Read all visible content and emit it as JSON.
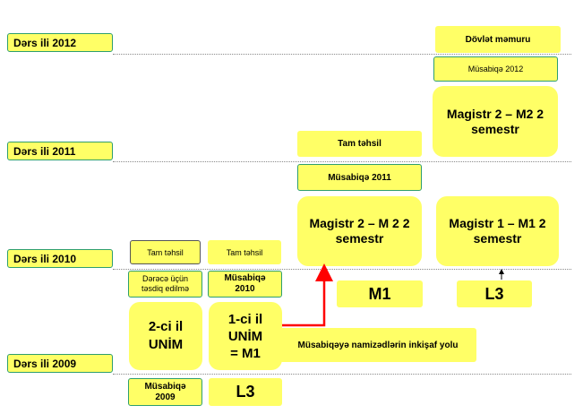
{
  "years": {
    "y2012": "Dərs ili 2012",
    "y2011": "Dərs ili 2011",
    "y2010": "Dərs ili  2010",
    "y2009": "Dərs ili  2009"
  },
  "col1": {
    "full_study": "Tam təhsil",
    "degree_confirm": "Dərəcə üçün təsdiq edilmə",
    "second_year": "2-ci il UNİM",
    "competition_2009": "Müsabiqə 2009"
  },
  "col2": {
    "full_study": "Tam təhsil",
    "competition_2010": "Müsabiqə 2010",
    "first_year": "1-ci il UNİM = M1",
    "l3": "L3"
  },
  "col3": {
    "full_study": "Tam təhsil",
    "competition_2011": "Müsabiqə 2011",
    "magistr": "Magistr 2 – M 2 2 semestr",
    "m1": "M1"
  },
  "col4": {
    "civil_servant": "Dövlət məmuru",
    "competition_2012": "Müsabiqə 2012",
    "magistr_m2": "Magistr 2 – M2 2 semestr",
    "magistr_m1": "Magistr 1 – M1 2 semestr",
    "l3": "L3"
  },
  "path_label": "Müsabiqəyə namizədlərin inkişaf yolu",
  "colors": {
    "box_fill": "#ffff66",
    "border_green": "#2e9e6e",
    "arrow_red": "#ff0000"
  }
}
